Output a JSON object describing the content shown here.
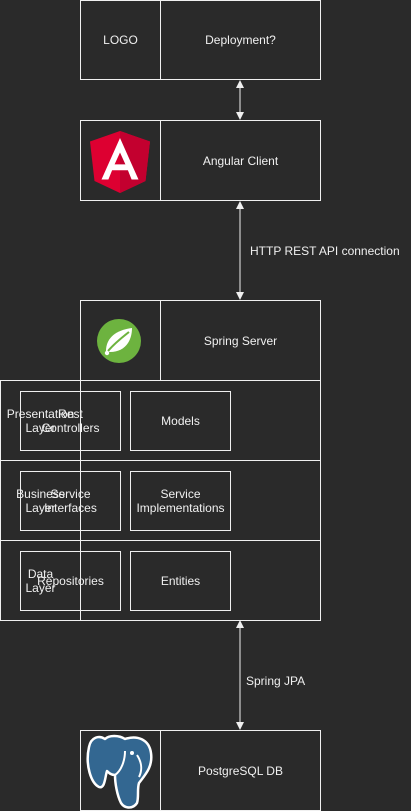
{
  "top": {
    "logo": "LOGO",
    "deployment": "Deployment?"
  },
  "client": {
    "label": "Angular Client",
    "icon": "angular-logo-icon"
  },
  "connection1": {
    "label": "HTTP REST API connection"
  },
  "server": {
    "label": "Spring Server",
    "icon": "spring-logo-icon"
  },
  "layers": [
    {
      "name": "Presentation\nLayer",
      "a": "Rest\nControllers",
      "b": "Models"
    },
    {
      "name": "Business\nLayer",
      "a": "Service\nInterfaces",
      "b": "Service\nImplementations"
    },
    {
      "name": "Data\nLayer",
      "a": "Repositories",
      "b": "Entities"
    }
  ],
  "connection2": {
    "label": "Spring JPA"
  },
  "db": {
    "label": "PostgreSQL DB",
    "icon": "postgresql-elephant-icon"
  },
  "colors": {
    "background": "#2a2a2a",
    "stroke": "#f0f0f0",
    "angular": "#dd0031",
    "spring": "#6db33f",
    "postgres": "#336791"
  }
}
